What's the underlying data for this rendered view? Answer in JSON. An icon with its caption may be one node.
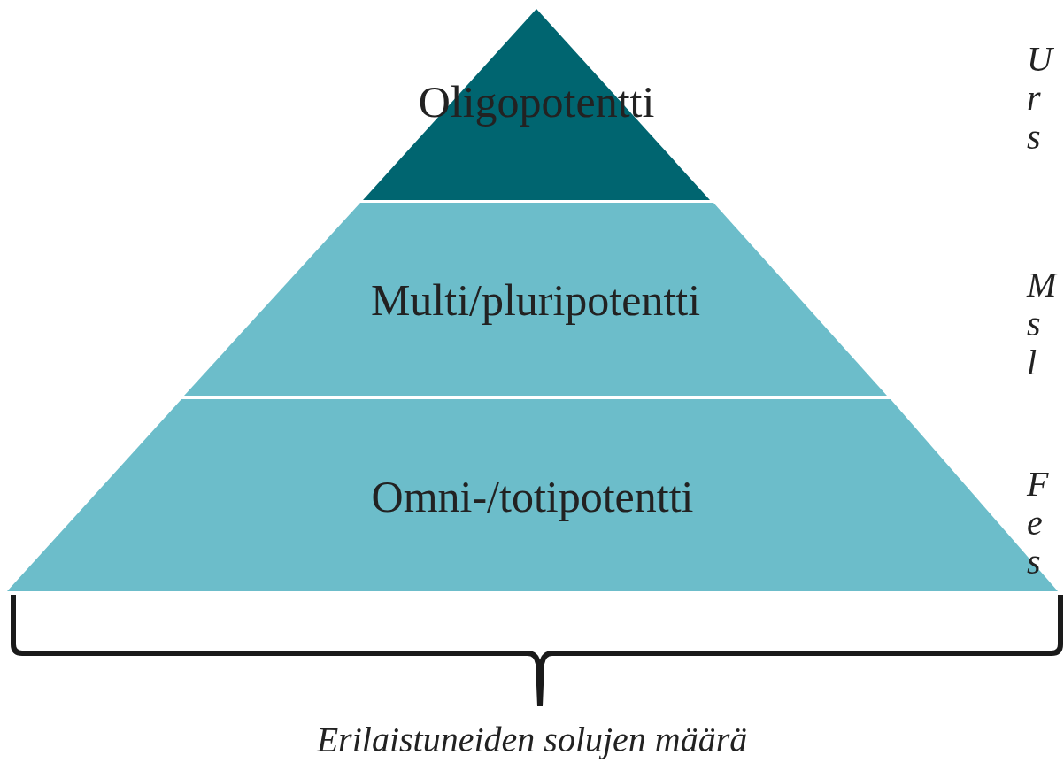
{
  "diagram": {
    "nodes": [
      {
        "text": [
          "Oligopotentti"
        ]
      },
      {
        "text": [
          "Multi/pluripotentti"
        ]
      },
      {
        "text": [
          "Omni-/totipotentti"
        ]
      }
    ],
    "labels": [
      "U r s",
      "M s l",
      "F e s",
      "Erilaistuneiden solujen määrä"
    ]
  }
}
